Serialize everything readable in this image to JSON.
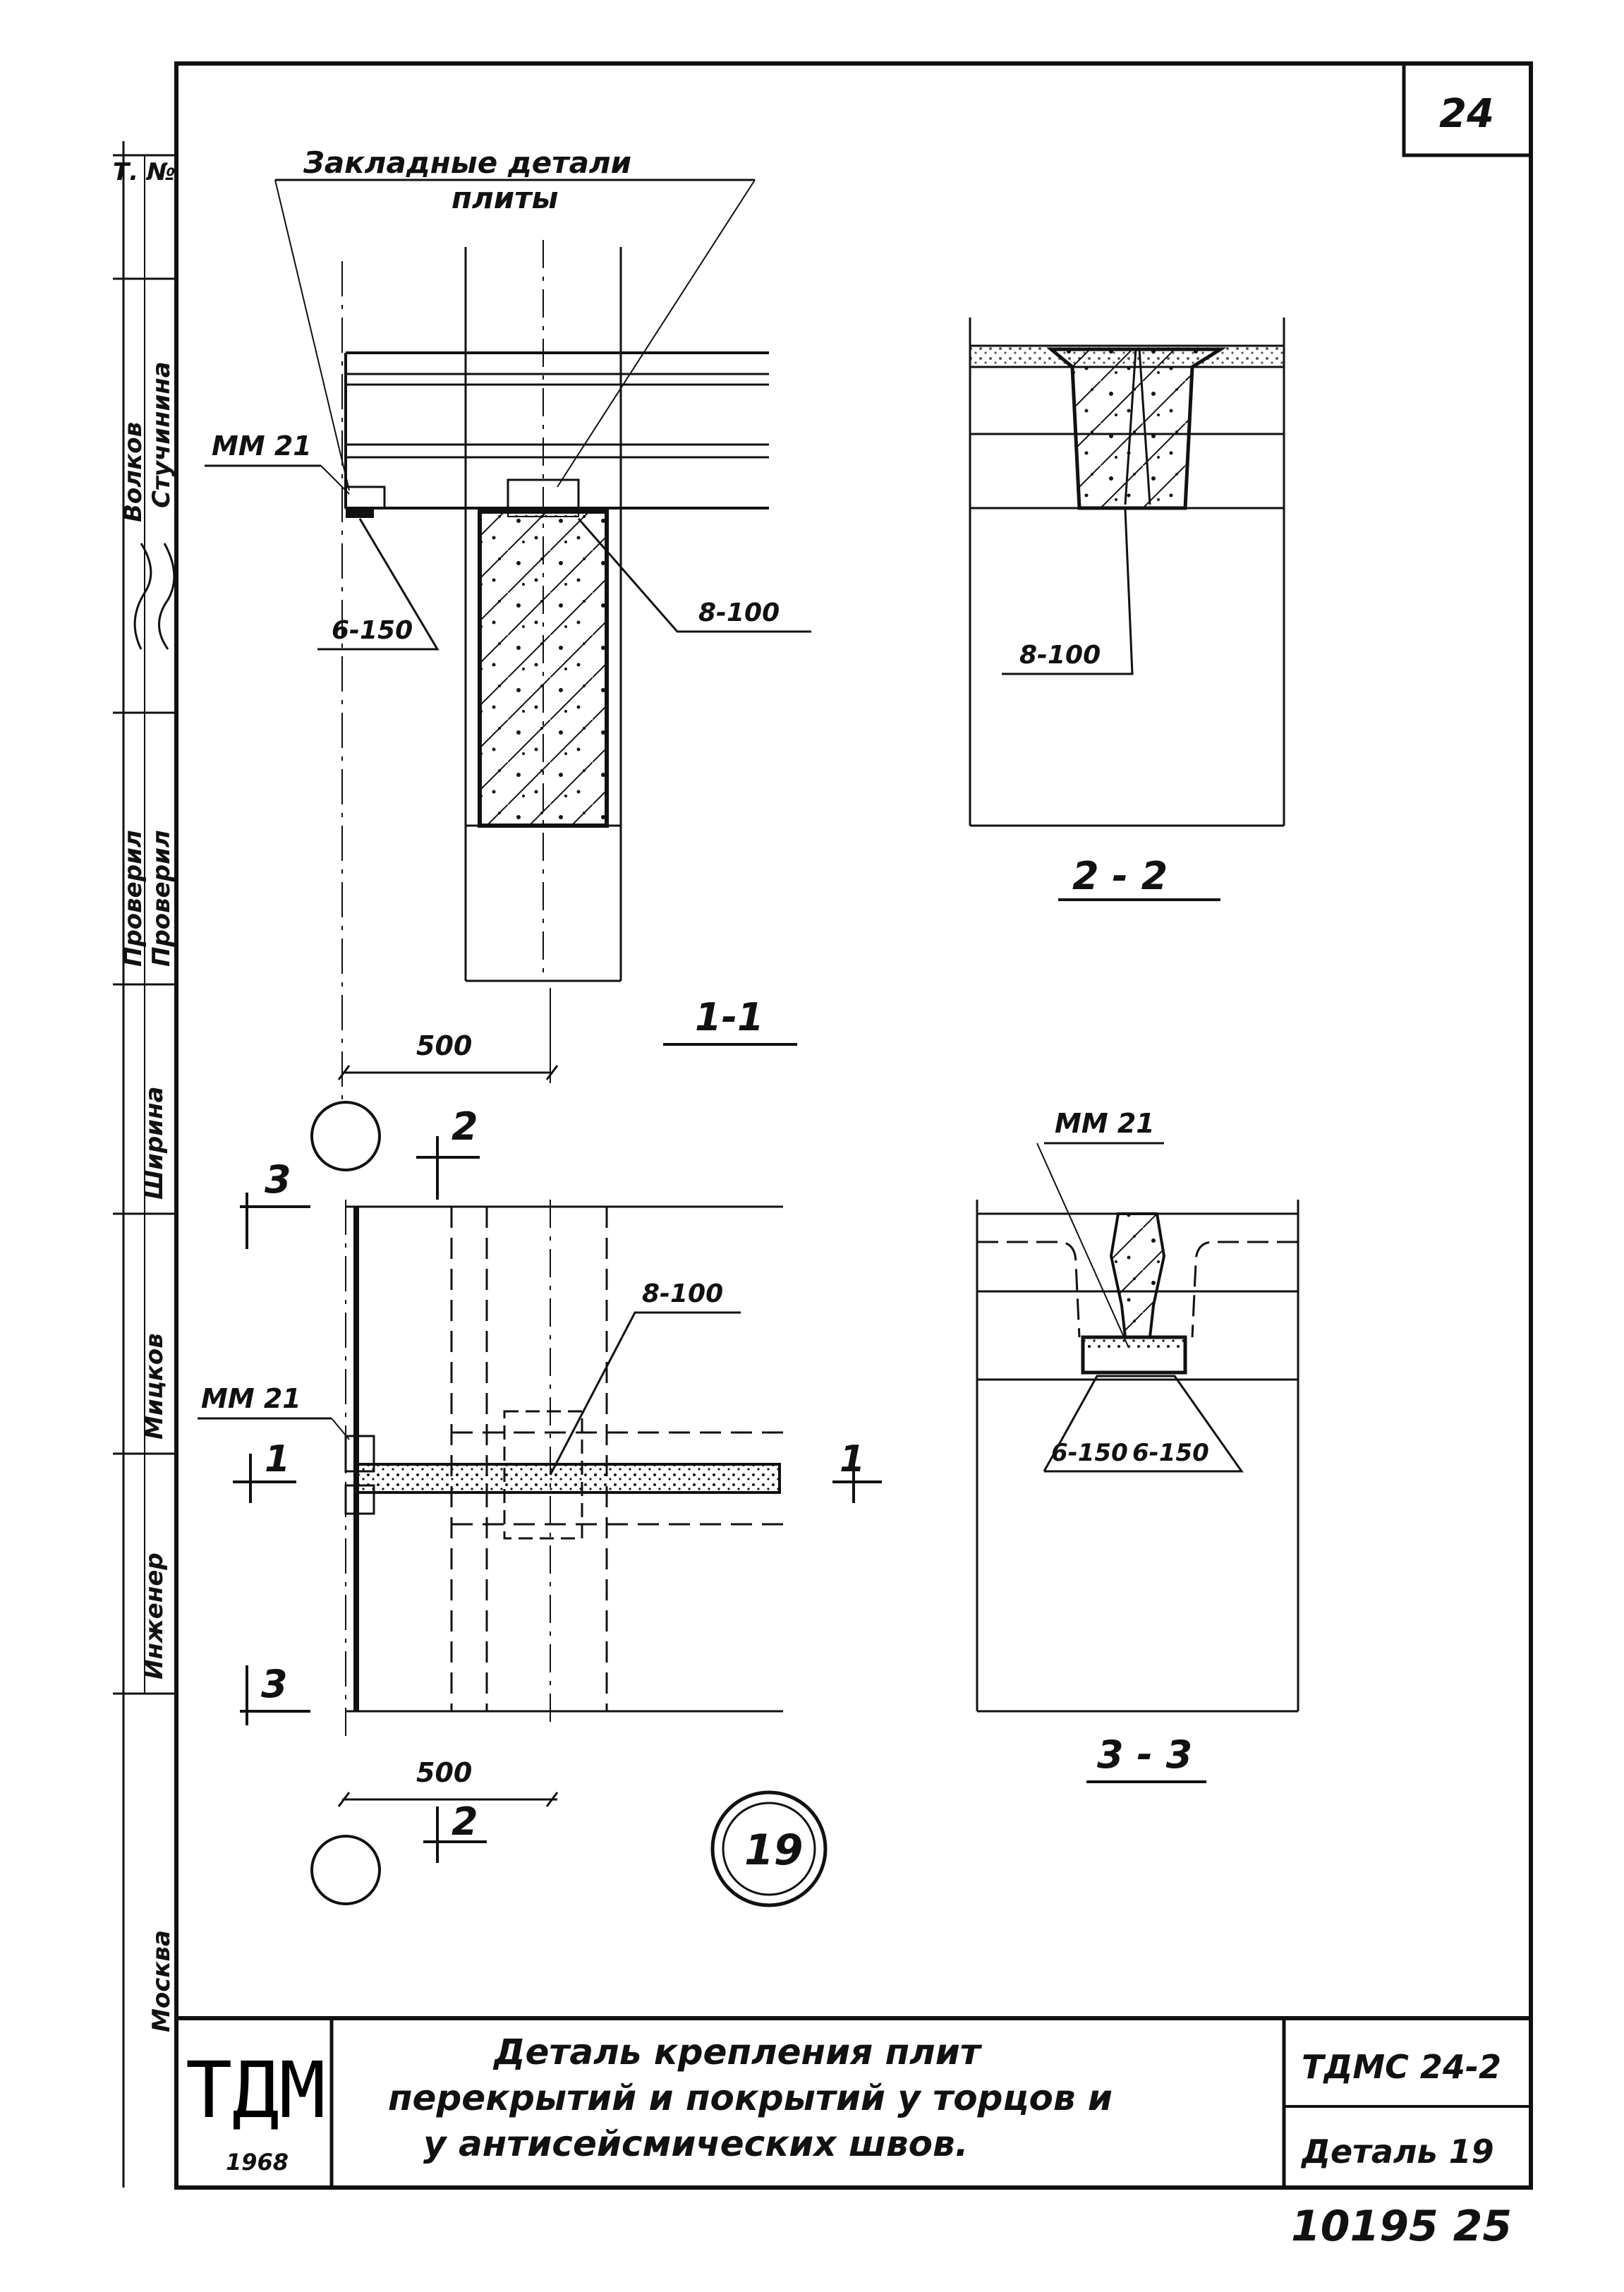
{
  "sheet": {
    "page_number": "24",
    "archive_number": "10195 25",
    "detail_circle_number": "19"
  },
  "stamp": {
    "logo": "ТДМ",
    "year": "1968",
    "title_line1": "Деталь крепления плит",
    "title_line2": "перекрытий и покрытий у торцов и",
    "title_line3": "у антисейсмических швов.",
    "code": "ТДМС 24-2",
    "detail": "Деталь 19"
  },
  "side_strip": {
    "no_label": "Т. №",
    "names": [
      "Волков",
      "Стучинина",
      "Проверил",
      "Проверил",
      "Ширина",
      "Мицков",
      "Инженер",
      "Москва"
    ]
  },
  "labels": {
    "embedded_line1": "Закладные детали",
    "embedded_line2": "плиты",
    "mm21": "ММ 21",
    "weld_6_150": "6-150",
    "weld_8_100": "8-100",
    "dim_500": "500",
    "section_1_1": "1-1",
    "section_2_2": "2 - 2",
    "section_3_3": "3 - 3",
    "cut_1": "1",
    "cut_2": "2",
    "cut_3": "3"
  }
}
